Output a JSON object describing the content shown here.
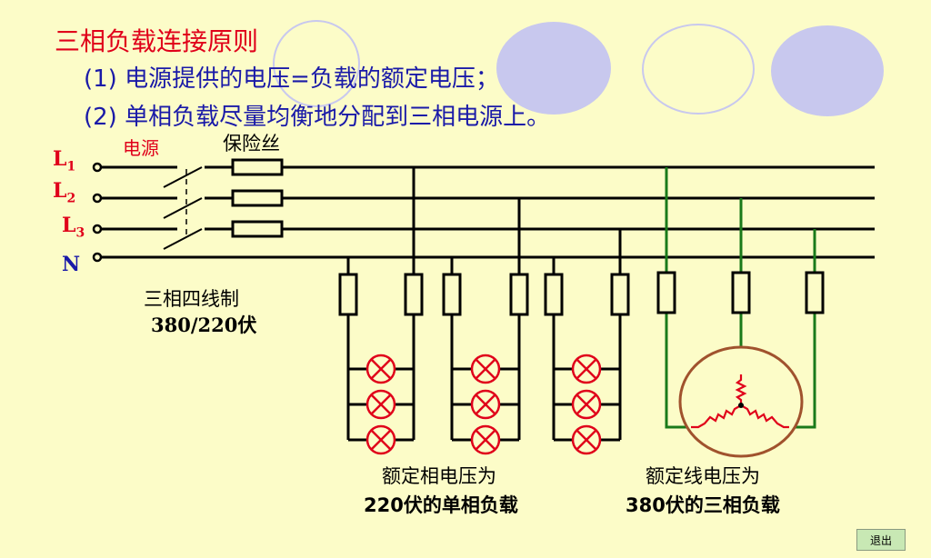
{
  "title": "三相负载连接原则",
  "rules": [
    "(1) 电源提供的电压=负载的额定电压；",
    "(2) 单相负载尽量均衡地分配到三相电源上。"
  ],
  "labels": {
    "source": "电源",
    "fuse": "保险丝",
    "L1": "L",
    "L1_sub": "1",
    "L2": "L",
    "L2_sub": "2",
    "L3": "L",
    "L3_sub": "3",
    "N": "N"
  },
  "system": {
    "line1": "三相四线制",
    "line2": "380/220伏"
  },
  "captions": {
    "single_phase_1": "额定相电压为",
    "single_phase_2": "220伏的单相负载",
    "three_phase_1": "额定线电压为",
    "three_phase_2": "380伏的三相负载"
  },
  "exit_label": "退出",
  "colors": {
    "background": "#fcfcc8",
    "title": "#e0001a",
    "rules": "#1a1aa8",
    "lamp": "#e0001a",
    "motor": "#a0522d",
    "green_wire": "#1a7a1a",
    "decor_circle": "#c8c8ee"
  }
}
